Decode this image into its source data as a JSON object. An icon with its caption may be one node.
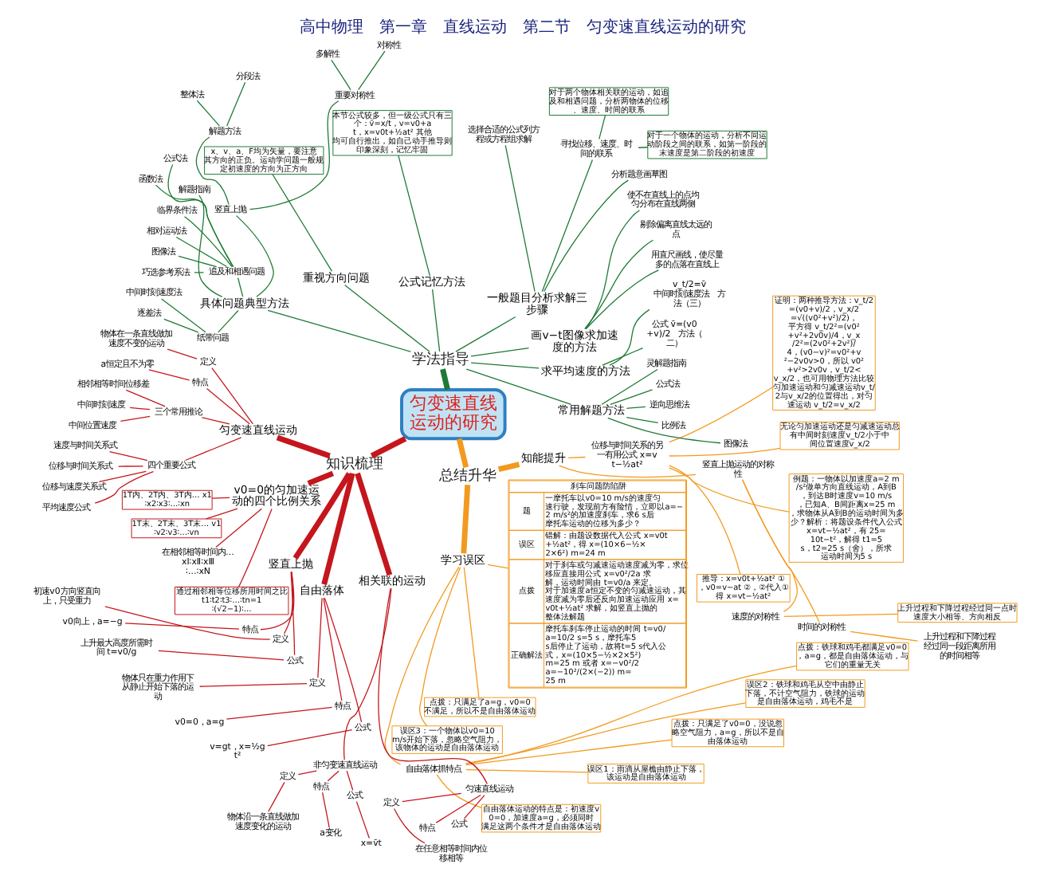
{
  "diagram": {
    "title": "高中物理　第一章　直线运动　第二节　匀变速直线运动的研究",
    "nodes": [
      {
        "text": [
          "匀变速直线运动的研究"
        ]
      },
      {
        "text": [
          "总结升华"
        ]
      },
      {
        "text": [
          "学习误区"
        ]
      },
      {
        "text": [
          "知能提升"
        ]
      },
      {
        "text": [
          "自由落体抓特点"
        ]
      },
      {
        "text": [
          "自由落体运动的特点是：初速度v0=0，加速度a=g，必须同时满足这两个条件才是自由落体运动"
        ]
      },
      {
        "text": [
          "误区1：雨滴从屋檐由静止下落，该运动是自由落体运动"
        ]
      },
      {
        "text": [
          "点拨：只满足了v0=0，没说忽略空气阻力，a=g，所以不是自由落体运动"
        ]
      },
      {
        "text": [
          "误区2：铁球和鸡毛从空中由静止下落，不计空气阻力，铁球的运动是自由落体运动，鸡毛不是"
        ]
      },
      {
        "text": [
          "点拨：铁球和鸡毛都满足v0=0，a=g，都是自由落体运动，与它们的重量无关"
        ]
      },
      {
        "text": [
          "误区3：一个物体以v0=10 m/s开始下落，忽略空气阻力，该物体的运动是自由落体运动"
        ]
      },
      {
        "text": [
          "点拨：只满足了a=g，v0=0不满足，所以不是自由落体运动"
        ]
      },
      {
        "text": [
          "刹车问题防陷阱",
          "题",
          "一摩托车以v0=10 m/s的速度匀速行驶，发现前方有险情，立即以a=−2 m/s²的加速度刹车，求6 s后摩托车运动的位移为多少？",
          "误区",
          "错解：由题设数据代入公式 x=v0t+½at²，得 x=(10×6−½×2×6²) m=24 m",
          "点拨",
          "对于刹车或匀减速运动速度减为零，求位移应直接用公式 x=v0²/2a 求解，运动时间由 t=v0/a 来定。对于加速度a恒定不变的匀减速运动，其速度减为零后还反向加速运动应用 x=v0t+½at² 求解，如竖直上抛的整体法解题",
          "正确解法",
          "摩托车刹车停止运动的时间 t=v0/a=10/2 s=5 s，摩托车5 s后停止了运动，故将t=5 s代入公式，x=(10×5−½×2×5²) m=25 m 或者 x=−v0²/2a=−10²/(2×(−2)) m=25 m"
        ]
      },
      {
        "text": [
          "竖直上抛运动的对称性"
        ]
      },
      {
        "text": [
          "时间的对称性"
        ]
      },
      {
        "text": [
          "速度的对称性"
        ]
      },
      {
        "text": [
          "上升过程和下降过程经过同一段距离所用的时间相等"
        ]
      },
      {
        "text": [
          "上升过程和下降过程经过同一点时速度大小相等、方向相反"
        ]
      },
      {
        "text": [
          "位移与时间关系的另一有用公式 x=vt−½at²"
        ]
      },
      {
        "text": [
          "推导：x=v0t+½at² ①，v0=v−at ②，②代入①得 x=vt−½at²"
        ]
      },
      {
        "text": [
          "例题：一物体以加速度a=2 m/s²做单方向直线运动，A到B，到达B时速度v=10 m/s，已知A、B间距离x=25 m，求物体从A到B的运动时间为多少？解析：将题设条件代入公式 x=vt−½at²，有 25=10t−t²，解得 t1=5 s，t2=25 s（舍），所求运动时间为5 s"
        ]
      },
      {
        "text": [
          "无论匀加速运动还是匀减速运动总有中间时刻速度v_t/2小于中间位置速度v_x/2"
        ]
      },
      {
        "text": [
          "证明：两种推导方法：v_t/2=(v0+v)/2，v_x/2=√((v0²+v²)/2)，平方得 v_t/2²=(v0²+v²+2v0v)/4，v_x/2²=(2v0²+2v²)/4，(v0−v)²=v0²+v²−2v0v>0，所以 v0²+v²>2v0v，v_t/2<v_x/2，也可用物理方法比较匀加速运动和匀减速运动v_t/2与v_x/2的位置得出，对匀速运动 v_t/2=v_x/2"
        ]
      },
      {
        "text": [
          "学法指导"
        ]
      },
      {
        "text": [
          "常用解题方法"
        ]
      },
      {
        "text": [
          "图像法"
        ]
      },
      {
        "text": [
          "比例法"
        ]
      },
      {
        "text": [
          "逆向思维法"
        ]
      },
      {
        "text": [
          "公式法"
        ]
      },
      {
        "text": [
          "灵解题指南"
        ]
      },
      {
        "text": [
          "求平均速度的方法"
        ]
      },
      {
        "text": [
          "公式 v̄=(v0+v)/2　方法（二）"
        ]
      },
      {
        "text": [
          "v_t/2=v̄ 中间时刻速度法　方法（三）"
        ]
      },
      {
        "text": [
          "画v−t图像求加速度的方法"
        ]
      },
      {
        "text": [
          "用直尺画线，使尽量多的点落在直线上"
        ]
      },
      {
        "text": [
          "剔除偏离直线太远的点"
        ]
      },
      {
        "text": [
          "使不在直线上的点均匀分布在直线两侧"
        ]
      },
      {
        "text": [
          "一般题目分析求解三步骤"
        ]
      },
      {
        "text": [
          "分析题意画草图"
        ]
      },
      {
        "text": [
          "寻找位移、速度、时间的联系"
        ]
      },
      {
        "text": [
          "选择合适的公式列方程或方程组求解"
        ]
      },
      {
        "text": [
          "对于一个物体的运动，分析不同运动阶段之间的联系，如第一阶段的末速度是第二阶段的初速度"
        ]
      },
      {
        "text": [
          "对于两个物体相关联的运动，如追及和相遇问题，分析两物体的位移、速度、时间的联系"
        ]
      },
      {
        "text": [
          "公式记忆方法"
        ]
      },
      {
        "text": [
          "本节公式较多，但一级公式只有三个：v̄=x/t，v=v0+at，x=v0t+½at² 其他均可自行推出，如自己动手推导则印象深刻，记忆牢固"
        ]
      },
      {
        "text": [
          "重视方向问题"
        ]
      },
      {
        "text": [
          "x、v、a、F均为矢量，要注意其方向的正负。运动学问题一般规定初速度的方向为正方向"
        ]
      },
      {
        "text": [
          "具体问题典型方法"
        ]
      },
      {
        "text": [
          "解题指南"
        ]
      },
      {
        "text": [
          "竖直上抛"
        ]
      },
      {
        "text": [
          "重要对称性"
        ]
      },
      {
        "text": [
          "对称性"
        ]
      },
      {
        "text": [
          "多解性"
        ]
      },
      {
        "text": [
          "解题方法"
        ]
      },
      {
        "text": [
          "分段法"
        ]
      },
      {
        "text": [
          "整体法"
        ]
      },
      {
        "text": [
          "追及和相遇问题"
        ]
      },
      {
        "text": [
          "公式法"
        ]
      },
      {
        "text": [
          "函数法"
        ]
      },
      {
        "text": [
          "临界条件法"
        ]
      },
      {
        "text": [
          "相对运动法"
        ]
      },
      {
        "text": [
          "图像法"
        ]
      },
      {
        "text": [
          "巧选参考系法"
        ]
      },
      {
        "text": [
          "纸带问题"
        ]
      },
      {
        "text": [
          "中间时刻速度法"
        ]
      },
      {
        "text": [
          "逐差法"
        ]
      },
      {
        "text": [
          "知识梳理"
        ]
      },
      {
        "text": [
          "匀变速直线运动"
        ]
      },
      {
        "text": [
          "定义"
        ]
      },
      {
        "text": [
          "物体在一条直线做加速度不变的运动"
        ]
      },
      {
        "text": [
          "特点"
        ]
      },
      {
        "text": [
          "a恒定且不为零"
        ]
      },
      {
        "text": [
          "三个常用推论"
        ]
      },
      {
        "text": [
          "相邻相等时间位移差"
        ]
      },
      {
        "text": [
          "中间时刻速度"
        ]
      },
      {
        "text": [
          "中间位置速度"
        ]
      },
      {
        "text": [
          "四个重要公式"
        ]
      },
      {
        "text": [
          "速度与时间关系式"
        ]
      },
      {
        "text": [
          "位移与时间关系式"
        ]
      },
      {
        "text": [
          "位移与速度关系式"
        ]
      },
      {
        "text": [
          "平均速度公式"
        ]
      },
      {
        "text": [
          "v0=0的匀加速运动的四个比例关系"
        ]
      },
      {
        "text": [
          "1T内、2T内、3T内… x1∶x2∶x3∶…∶xn"
        ]
      },
      {
        "text": [
          "1T末、2T末、3T末… v1∶v2∶v3∶…∶vn"
        ]
      },
      {
        "text": [
          "在相邻相等时间内… xⅠ∶xⅡ∶xⅢ∶…∶xN"
        ]
      },
      {
        "text": [
          "通过相邻相等位移所用时间之比 t1∶t2∶t3∶…∶tn=1∶(√2−1)∶…"
        ]
      },
      {
        "text": [
          "竖直上抛"
        ]
      },
      {
        "text": [
          "定义"
        ]
      },
      {
        "text": [
          "初速v0方向竖直向上，只受重力"
        ]
      },
      {
        "text": [
          "特点"
        ]
      },
      {
        "text": [
          "v0向上，a=−g"
        ]
      },
      {
        "text": [
          "公式"
        ]
      },
      {
        "text": [
          "上升最大高度所需时间 t=v0/g"
        ]
      },
      {
        "text": [
          "自由落体"
        ]
      },
      {
        "text": [
          "定义"
        ]
      },
      {
        "text": [
          "物体只在重力作用下从静止开始下落的运动"
        ]
      },
      {
        "text": [
          "特点"
        ]
      },
      {
        "text": [
          "v0=0，a=g"
        ]
      },
      {
        "text": [
          "公式"
        ]
      },
      {
        "text": [
          "v=gt，x=½gt²"
        ]
      },
      {
        "text": [
          "相关联的运动"
        ]
      },
      {
        "text": [
          "非匀变速直线运动"
        ]
      },
      {
        "text": [
          "定义"
        ]
      },
      {
        "text": [
          "物体沿一条直线做加速度变化的运动"
        ]
      },
      {
        "text": [
          "特点"
        ]
      },
      {
        "text": [
          "a变化"
        ]
      },
      {
        "text": [
          "公式"
        ]
      },
      {
        "text": [
          "x=v̄t"
        ]
      },
      {
        "text": [
          "匀速直线运动"
        ]
      },
      {
        "text": [
          "定义"
        ]
      },
      {
        "text": [
          "在任意相等时间内位移相等"
        ]
      },
      {
        "text": [
          "特点"
        ]
      },
      {
        "text": [
          "公式"
        ]
      }
    ],
    "edges": [
      {
        "from": 0,
        "to": 1,
        "arrow": "none",
        "style": "thick",
        "color": "#f29a1f"
      },
      {
        "from": 1,
        "to": 2,
        "arrow": "none",
        "style": "thick",
        "color": "#f29a1f"
      },
      {
        "from": 1,
        "to": 3,
        "arrow": "none",
        "style": "thick",
        "color": "#f29a1f"
      },
      {
        "from": 2,
        "to": 4,
        "arrow": "none",
        "color": "#f29a1f"
      },
      {
        "from": 4,
        "to": 5,
        "arrow": "none",
        "color": "#f29a1f"
      },
      {
        "from": 4,
        "to": 6,
        "arrow": "none",
        "color": "#f29a1f"
      },
      {
        "from": 4,
        "to": 7,
        "arrow": "none",
        "color": "#f29a1f"
      },
      {
        "from": 4,
        "to": 8,
        "arrow": "none",
        "color": "#f29a1f"
      },
      {
        "from": 4,
        "to": 9,
        "arrow": "none",
        "color": "#f29a1f"
      },
      {
        "from": 2,
        "to": 10,
        "arrow": "none",
        "color": "#f29a1f"
      },
      {
        "from": 2,
        "to": 11,
        "arrow": "none",
        "color": "#f29a1f"
      },
      {
        "from": 2,
        "to": 12,
        "arrow": "none",
        "color": "#f29a1f"
      },
      {
        "from": 3,
        "to": 13,
        "arrow": "none",
        "color": "#f29a1f"
      },
      {
        "from": 13,
        "to": 14,
        "arrow": "none",
        "color": "#f29a1f"
      },
      {
        "from": 13,
        "to": 15,
        "arrow": "none",
        "color": "#f29a1f"
      },
      {
        "from": 14,
        "to": 16,
        "arrow": "none",
        "color": "#f29a1f"
      },
      {
        "from": 15,
        "to": 17,
        "arrow": "none",
        "color": "#f29a1f"
      },
      {
        "from": 3,
        "to": 18,
        "arrow": "none",
        "color": "#f29a1f"
      },
      {
        "from": 18,
        "to": 19,
        "arrow": "none",
        "color": "#f29a1f"
      },
      {
        "from": 18,
        "to": 20,
        "arrow": "none",
        "color": "#f29a1f"
      },
      {
        "from": 18,
        "to": 21,
        "arrow": "none",
        "color": "#f29a1f"
      },
      {
        "from": 18,
        "to": 22,
        "arrow": "none",
        "color": "#f29a1f"
      },
      {
        "from": 0,
        "to": 23,
        "arrow": "none",
        "style": "thick",
        "color": "#1e7a34"
      },
      {
        "from": 23,
        "to": 24,
        "arrow": "none",
        "color": "#1e7a34"
      },
      {
        "from": 24,
        "to": 25,
        "arrow": "none",
        "color": "#1e7a34"
      },
      {
        "from": 24,
        "to": 26,
        "arrow": "none",
        "color": "#1e7a34"
      },
      {
        "from": 24,
        "to": 27,
        "arrow": "none",
        "color": "#1e7a34"
      },
      {
        "from": 24,
        "to": 28,
        "arrow": "none",
        "color": "#1e7a34"
      },
      {
        "from": 24,
        "to": 29,
        "arrow": "none",
        "color": "#1e7a34"
      },
      {
        "from": 23,
        "to": 30,
        "arrow": "none",
        "color": "#1e7a34"
      },
      {
        "from": 30,
        "to": 31,
        "arrow": "none",
        "color": "#1e7a34"
      },
      {
        "from": 30,
        "to": 32,
        "arrow": "none",
        "color": "#1e7a34"
      },
      {
        "from": 23,
        "to": 33,
        "arrow": "none",
        "color": "#1e7a34"
      },
      {
        "from": 33,
        "to": 34,
        "arrow": "none",
        "color": "#1e7a34"
      },
      {
        "from": 33,
        "to": 35,
        "arrow": "none",
        "color": "#1e7a34"
      },
      {
        "from": 33,
        "to": 36,
        "arrow": "none",
        "color": "#1e7a34"
      },
      {
        "from": 23,
        "to": 37,
        "arrow": "none",
        "color": "#1e7a34"
      },
      {
        "from": 37,
        "to": 38,
        "arrow": "none",
        "color": "#1e7a34"
      },
      {
        "from": 37,
        "to": 39,
        "arrow": "none",
        "color": "#1e7a34"
      },
      {
        "from": 37,
        "to": 40,
        "arrow": "none",
        "color": "#1e7a34"
      },
      {
        "from": 39,
        "to": 41,
        "arrow": "none",
        "color": "#1e7a34"
      },
      {
        "from": 39,
        "to": 42,
        "arrow": "none",
        "color": "#1e7a34"
      },
      {
        "from": 23,
        "to": 43,
        "arrow": "none",
        "color": "#1e7a34"
      },
      {
        "from": 43,
        "to": 44,
        "arrow": "none",
        "color": "#1e7a34"
      },
      {
        "from": 23,
        "to": 45,
        "arrow": "none",
        "color": "#1e7a34"
      },
      {
        "from": 45,
        "to": 46,
        "arrow": "none",
        "color": "#1e7a34"
      },
      {
        "from": 23,
        "to": 47,
        "arrow": "none",
        "color": "#1e7a34"
      },
      {
        "from": 47,
        "to": 48,
        "arrow": "none",
        "color": "#1e7a34"
      },
      {
        "from": 47,
        "to": 49,
        "arrow": "none",
        "color": "#1e7a34"
      },
      {
        "from": 49,
        "to": 50,
        "arrow": "none",
        "color": "#1e7a34"
      },
      {
        "from": 50,
        "to": 51,
        "arrow": "none",
        "color": "#1e7a34"
      },
      {
        "from": 50,
        "to": 52,
        "arrow": "none",
        "color": "#1e7a34"
      },
      {
        "from": 49,
        "to": 53,
        "arrow": "none",
        "color": "#1e7a34"
      },
      {
        "from": 53,
        "to": 54,
        "arrow": "none",
        "color": "#1e7a34"
      },
      {
        "from": 53,
        "to": 55,
        "arrow": "none",
        "color": "#1e7a34"
      },
      {
        "from": 47,
        "to": 56,
        "arrow": "none",
        "color": "#1e7a34"
      },
      {
        "from": 56,
        "to": 57,
        "arrow": "none",
        "color": "#1e7a34"
      },
      {
        "from": 56,
        "to": 58,
        "arrow": "none",
        "color": "#1e7a34"
      },
      {
        "from": 56,
        "to": 59,
        "arrow": "none",
        "color": "#1e7a34"
      },
      {
        "from": 56,
        "to": 60,
        "arrow": "none",
        "color": "#1e7a34"
      },
      {
        "from": 56,
        "to": 61,
        "arrow": "none",
        "color": "#1e7a34"
      },
      {
        "from": 56,
        "to": 62,
        "arrow": "none",
        "color": "#1e7a34"
      },
      {
        "from": 47,
        "to": 63,
        "arrow": "none",
        "color": "#1e7a34"
      },
      {
        "from": 63,
        "to": 64,
        "arrow": "none",
        "color": "#1e7a34"
      },
      {
        "from": 63,
        "to": 65,
        "arrow": "none",
        "color": "#1e7a34"
      },
      {
        "from": 0,
        "to": 66,
        "arrow": "none",
        "style": "thick",
        "color": "#c4161c"
      },
      {
        "from": 66,
        "to": 67,
        "arrow": "none",
        "style": "thick",
        "color": "#c4161c"
      },
      {
        "from": 67,
        "to": 68,
        "arrow": "none",
        "color": "#c4161c"
      },
      {
        "from": 68,
        "to": 69,
        "arrow": "none",
        "color": "#c4161c"
      },
      {
        "from": 67,
        "to": 70,
        "arrow": "none",
        "color": "#c4161c"
      },
      {
        "from": 70,
        "to": 71,
        "arrow": "none",
        "color": "#c4161c"
      },
      {
        "from": 67,
        "to": 72,
        "arrow": "none",
        "color": "#c4161c"
      },
      {
        "from": 72,
        "to": 73,
        "arrow": "none",
        "color": "#c4161c"
      },
      {
        "from": 72,
        "to": 74,
        "arrow": "none",
        "color": "#c4161c"
      },
      {
        "from": 72,
        "to": 75,
        "arrow": "none",
        "color": "#c4161c"
      },
      {
        "from": 67,
        "to": 76,
        "arrow": "none",
        "color": "#c4161c"
      },
      {
        "from": 76,
        "to": 77,
        "arrow": "none",
        "color": "#c4161c"
      },
      {
        "from": 76,
        "to": 78,
        "arrow": "none",
        "color": "#c4161c"
      },
      {
        "from": 76,
        "to": 79,
        "arrow": "none",
        "color": "#c4161c"
      },
      {
        "from": 76,
        "to": 80,
        "arrow": "none",
        "color": "#c4161c"
      },
      {
        "from": 66,
        "to": 81,
        "arrow": "none",
        "style": "thick",
        "color": "#c4161c"
      },
      {
        "from": 81,
        "to": 82,
        "arrow": "none",
        "color": "#c4161c"
      },
      {
        "from": 81,
        "to": 83,
        "arrow": "none",
        "color": "#c4161c"
      },
      {
        "from": 81,
        "to": 84,
        "arrow": "none",
        "color": "#c4161c"
      },
      {
        "from": 81,
        "to": 85,
        "arrow": "none",
        "color": "#c4161c"
      },
      {
        "from": 66,
        "to": 86,
        "arrow": "none",
        "style": "thick",
        "color": "#c4161c"
      },
      {
        "from": 86,
        "to": 87,
        "arrow": "none",
        "color": "#c4161c"
      },
      {
        "from": 87,
        "to": 88,
        "arrow": "none",
        "color": "#c4161c"
      },
      {
        "from": 86,
        "to": 89,
        "arrow": "none",
        "color": "#c4161c"
      },
      {
        "from": 89,
        "to": 90,
        "arrow": "none",
        "color": "#c4161c"
      },
      {
        "from": 86,
        "to": 91,
        "arrow": "none",
        "color": "#c4161c"
      },
      {
        "from": 91,
        "to": 92,
        "arrow": "none",
        "color": "#c4161c"
      },
      {
        "from": 66,
        "to": 93,
        "arrow": "none",
        "style": "thick",
        "color": "#c4161c"
      },
      {
        "from": 93,
        "to": 94,
        "arrow": "none",
        "color": "#c4161c"
      },
      {
        "from": 94,
        "to": 95,
        "arrow": "none",
        "color": "#c4161c"
      },
      {
        "from": 93,
        "to": 96,
        "arrow": "none",
        "color": "#c4161c"
      },
      {
        "from": 96,
        "to": 97,
        "arrow": "none",
        "color": "#c4161c"
      },
      {
        "from": 93,
        "to": 98,
        "arrow": "none",
        "color": "#c4161c"
      },
      {
        "from": 98,
        "to": 99,
        "arrow": "none",
        "color": "#c4161c"
      },
      {
        "from": 66,
        "to": 100,
        "arrow": "none",
        "style": "thick",
        "color": "#c4161c"
      },
      {
        "from": 100,
        "to": 101,
        "arrow": "none",
        "color": "#c4161c"
      },
      {
        "from": 101,
        "to": 102,
        "arrow": "none",
        "color": "#c4161c"
      },
      {
        "from": 102,
        "to": 103,
        "arrow": "none",
        "color": "#c4161c"
      },
      {
        "from": 101,
        "to": 104,
        "arrow": "none",
        "color": "#c4161c"
      },
      {
        "from": 104,
        "to": 105,
        "arrow": "none",
        "color": "#c4161c"
      },
      {
        "from": 101,
        "to": 106,
        "arrow": "none",
        "color": "#c4161c"
      },
      {
        "from": 106,
        "to": 107,
        "arrow": "none",
        "color": "#c4161c"
      },
      {
        "from": 100,
        "to": 108,
        "arrow": "none",
        "color": "#c4161c"
      },
      {
        "from": 108,
        "to": 109,
        "arrow": "none",
        "color": "#c4161c"
      },
      {
        "from": 109,
        "to": 110,
        "arrow": "none",
        "color": "#c4161c"
      },
      {
        "from": 108,
        "to": 111,
        "arrow": "none",
        "color": "#c4161c"
      },
      {
        "from": 108,
        "to": 112,
        "arrow": "none",
        "color": "#c4161c"
      }
    ]
  }
}
